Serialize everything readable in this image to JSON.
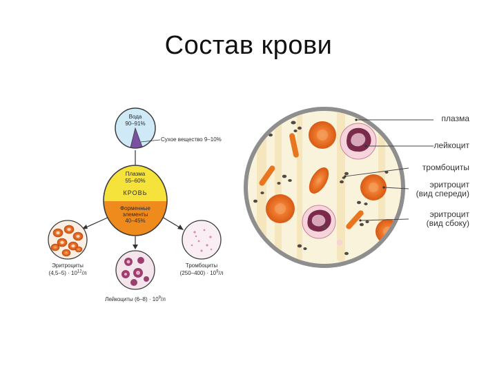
{
  "slide": {
    "title": "Состав крови"
  },
  "left_diagram": {
    "water": {
      "label": "Вода",
      "value": "90–91%"
    },
    "dry_matter": {
      "label": "Сухое вещество 9–10%"
    },
    "center": {
      "plasma_label": "Плазма",
      "plasma_value": "55–60%",
      "word": "КРОВЬ",
      "formed_label_1": "Форменные",
      "formed_label_2": "элементы",
      "formed_value": "40–45%"
    },
    "erythrocytes": {
      "name": "Эритроциты",
      "count": "(4,5–5) · 10",
      "exp": "12",
      "unit": "/л"
    },
    "leukocytes": {
      "label": "Лейкоциты (6–8) · 10",
      "exp": "9",
      "unit": "/л"
    },
    "platelets": {
      "name": "Тромбоциты",
      "count": "(250–400) · 10",
      "exp": "9",
      "unit": "/л"
    }
  },
  "right_diagram": {
    "labels": {
      "plasma": "плазма",
      "leukocyte": "лейкоцит",
      "platelets": "тромбоциты",
      "erythrocyte_front_1": "эритроцит",
      "erythrocyte_front_2": "(вид спереди)",
      "erythrocyte_side_1": "эритроцит",
      "erythrocyte_side_2": "(вид сбоку)"
    }
  },
  "colors": {
    "yellow": "#f3e13a",
    "orange": "#ef8a1c",
    "water_blue": "#cfe9f7",
    "cell_orange": "#e8691f",
    "leukocyte_purple": "#b45a86",
    "plasma_bg": "#faf3dc"
  }
}
